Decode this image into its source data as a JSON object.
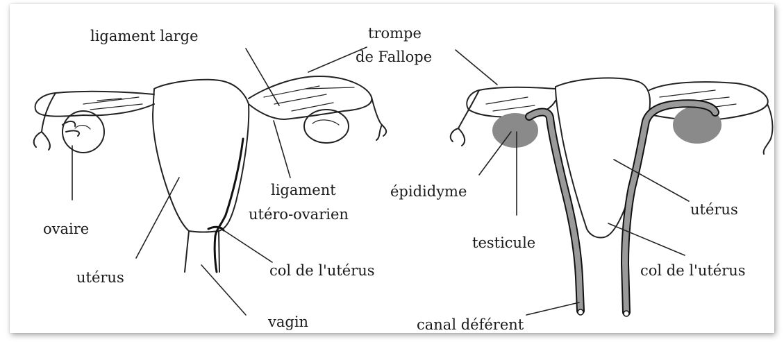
{
  "diagram": {
    "left_panel": {
      "labels": {
        "ligament_large": "ligament large",
        "trompe_line1": "trompe",
        "trompe_line2": "de Fallope",
        "ovaire": "ovaire",
        "uterus": "utérus",
        "ligament_utero_line1": "ligament",
        "ligament_utero_line2": "utéro-ovarien",
        "col": "col de l'utérus",
        "vagin": "vagin"
      }
    },
    "right_panel": {
      "labels": {
        "epididyme": "épididyme",
        "testicule": "testicule",
        "uterus": "utérus",
        "col": "col de l'utérus",
        "canal": "canal déférent"
      }
    }
  }
}
